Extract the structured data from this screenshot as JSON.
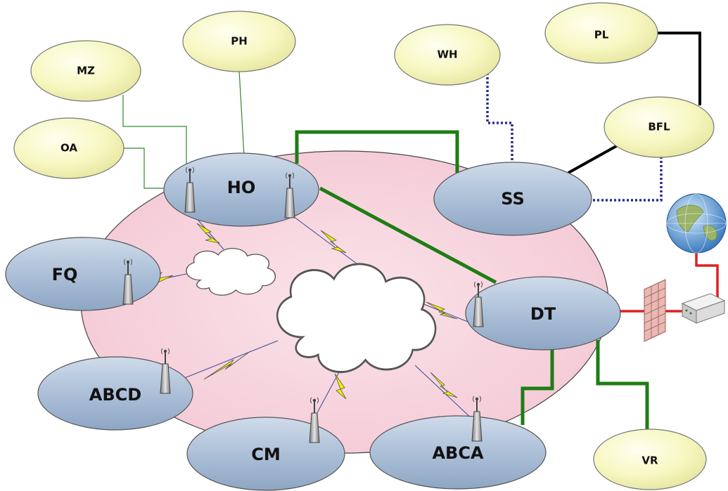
{
  "nodes": {
    "PH": "PH",
    "MZ": "MZ",
    "OA": "OA",
    "WH": "WH",
    "PL": "PL",
    "BFL": "BFL",
    "VR": "VR",
    "HO": "HO",
    "SS": "SS",
    "FQ": "FQ",
    "DT": "DT",
    "ABCD": "ABCD",
    "CM": "CM",
    "ABCA": "ABCA"
  },
  "colors": {
    "ellipse_fill_yellow": "#f7f7c0",
    "ellipse_fill_blue": "#a9bdd6",
    "network_area": "#f6d5de",
    "link_green": "#1e7d14",
    "link_black": "#000000",
    "link_dotted": "#2a2a8a",
    "link_red": "#e02020",
    "lightning": "#f3f000"
  },
  "icons": [
    "antenna-icon",
    "cloud-icon",
    "firewall-icon",
    "router-icon",
    "globe-icon",
    "lightning-icon"
  ]
}
